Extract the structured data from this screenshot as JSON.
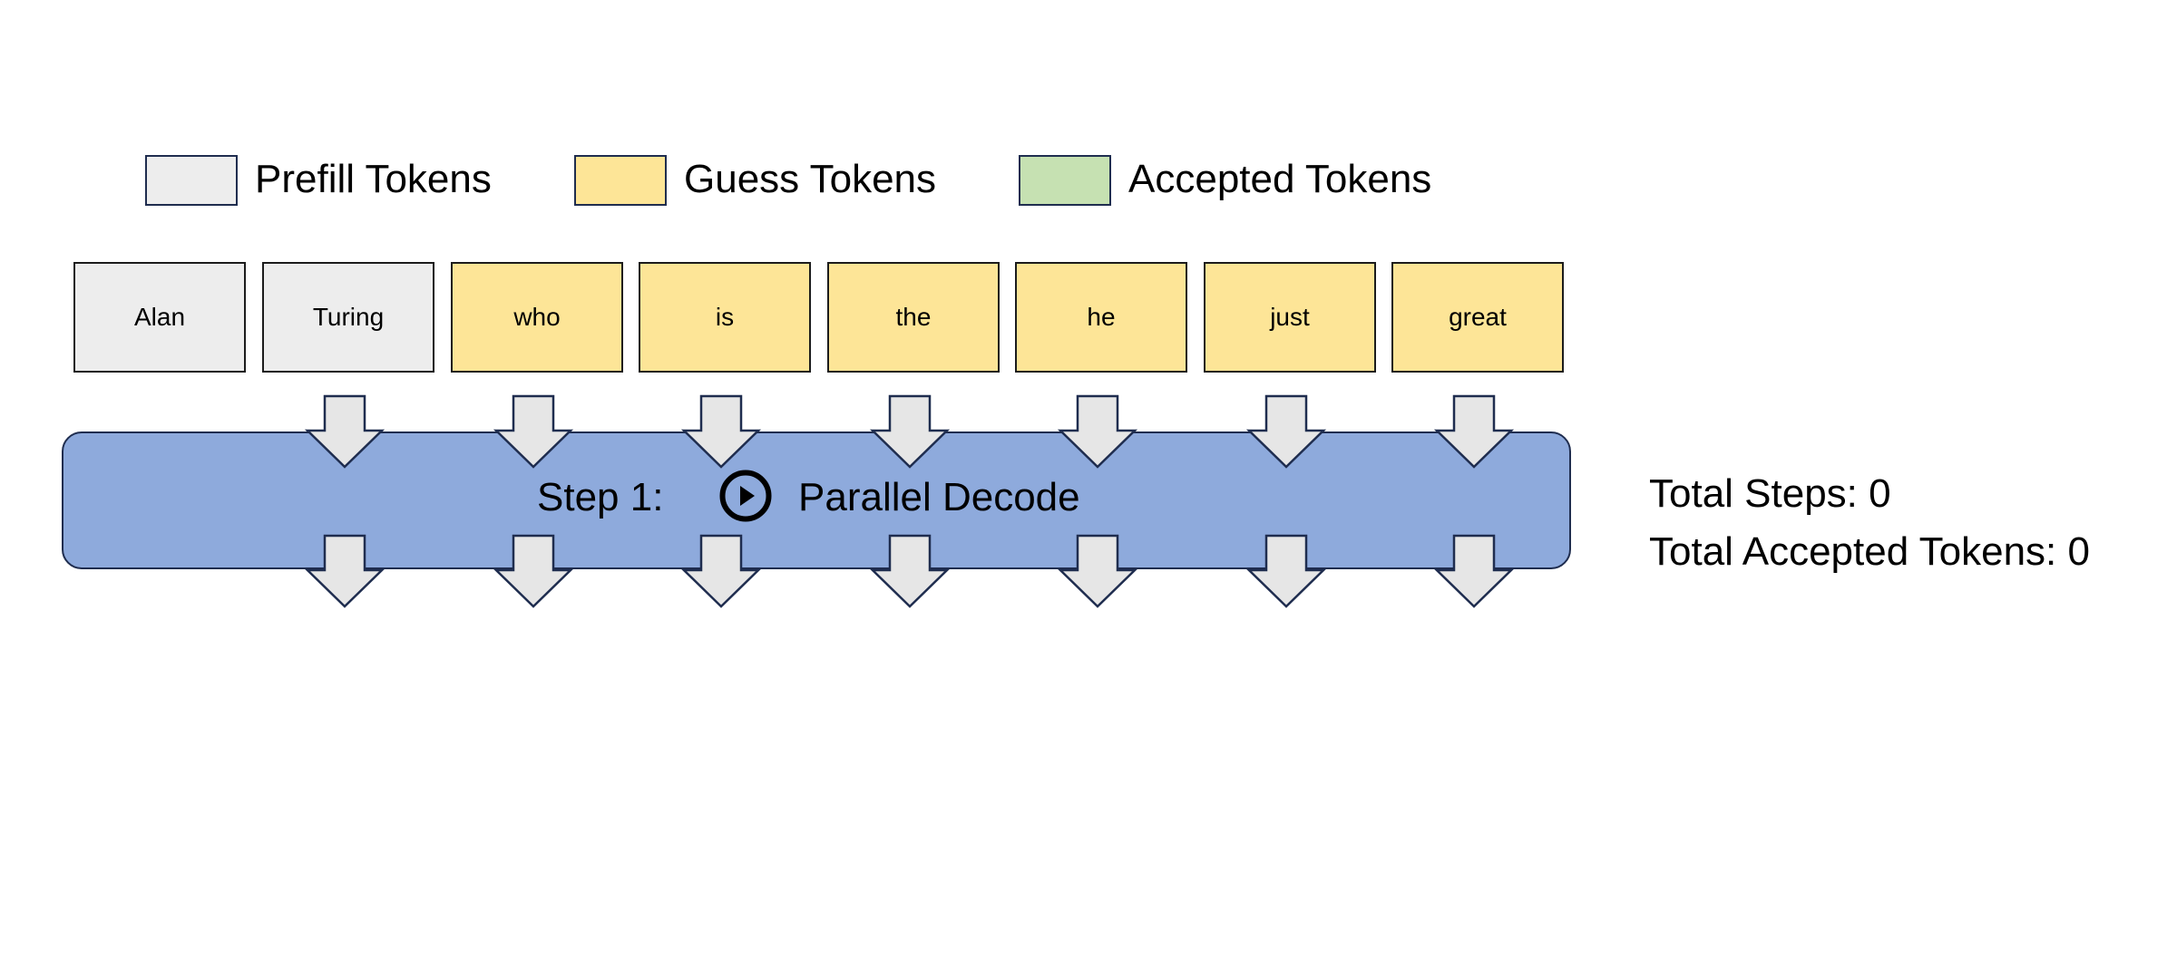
{
  "colors": {
    "prefill": "#ededed",
    "guess": "#fde597",
    "accepted": "#c6e1b2",
    "decode_bar": "#8eaadc",
    "arrow_fill": "#e6e6e6",
    "outline": "#1f2d4f"
  },
  "legend": [
    {
      "label": "Prefill Tokens",
      "kind": "prefill"
    },
    {
      "label": "Guess Tokens",
      "kind": "guess"
    },
    {
      "label": "Accepted Tokens",
      "kind": "accepted"
    }
  ],
  "tokens": [
    {
      "text": "Alan",
      "kind": "prefill"
    },
    {
      "text": "Turing",
      "kind": "prefill"
    },
    {
      "text": "who",
      "kind": "guess"
    },
    {
      "text": "is",
      "kind": "guess"
    },
    {
      "text": "the",
      "kind": "guess"
    },
    {
      "text": "he",
      "kind": "guess"
    },
    {
      "text": "just",
      "kind": "guess"
    },
    {
      "text": "great",
      "kind": "guess"
    }
  ],
  "decode": {
    "step_label": "Step 1:",
    "action_label": "Parallel Decode",
    "play_icon": "play-circle-icon"
  },
  "stats": {
    "total_steps": "Total Steps: 0",
    "total_accepted": "Total Accepted Tokens: 0"
  }
}
